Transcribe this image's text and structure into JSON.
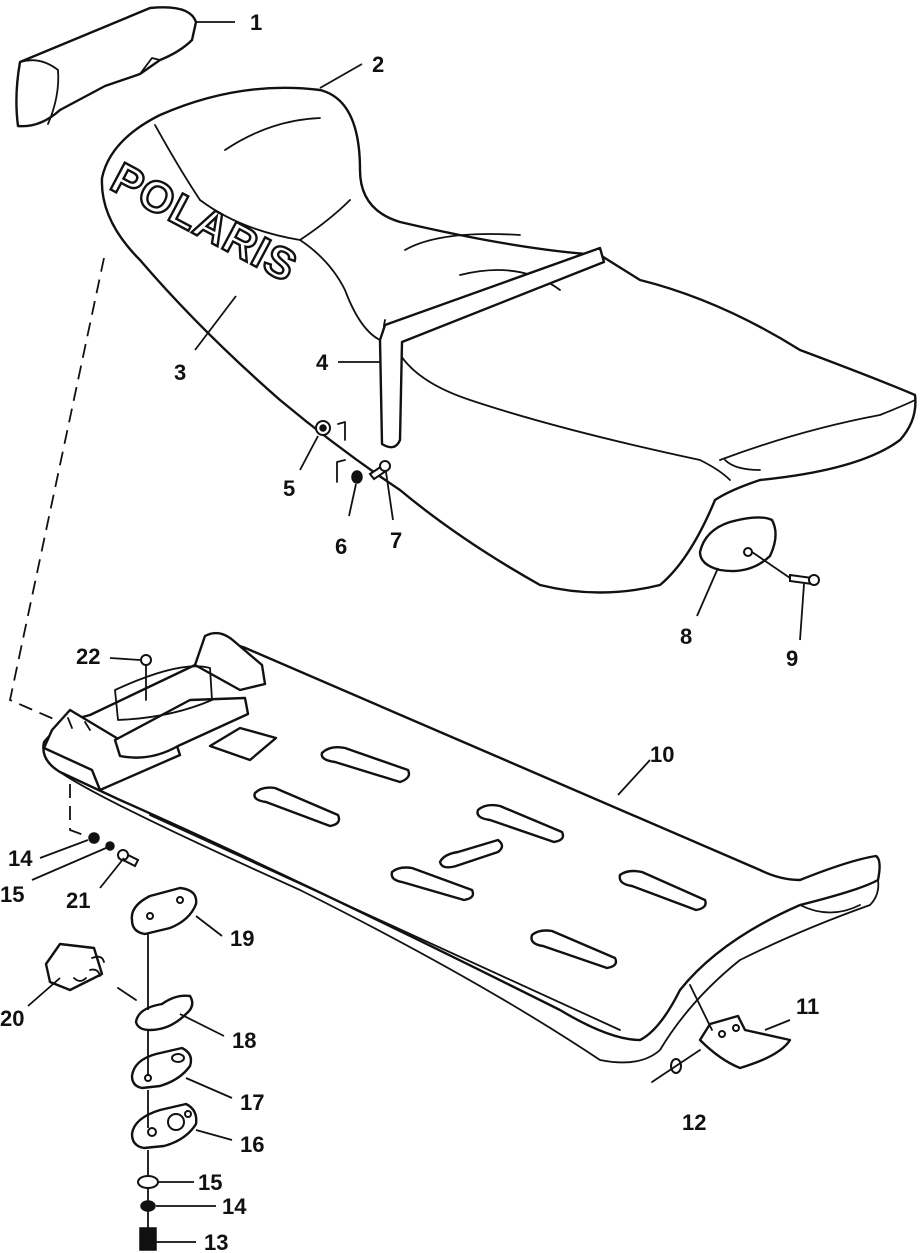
{
  "brand_text": "POLARIS",
  "callouts": [
    {
      "id": "1",
      "label": "1"
    },
    {
      "id": "2",
      "label": "2"
    },
    {
      "id": "3",
      "label": "3"
    },
    {
      "id": "4",
      "label": "4"
    },
    {
      "id": "5",
      "label": "5"
    },
    {
      "id": "6",
      "label": "6"
    },
    {
      "id": "7",
      "label": "7"
    },
    {
      "id": "8",
      "label": "8"
    },
    {
      "id": "9",
      "label": "9"
    },
    {
      "id": "10",
      "label": "10"
    },
    {
      "id": "11",
      "label": "11"
    },
    {
      "id": "12",
      "label": "12"
    },
    {
      "id": "13",
      "label": "13"
    },
    {
      "id": "14a",
      "label": "14"
    },
    {
      "id": "14b",
      "label": "14"
    },
    {
      "id": "15a",
      "label": "15"
    },
    {
      "id": "15b",
      "label": "15"
    },
    {
      "id": "16",
      "label": "16"
    },
    {
      "id": "17",
      "label": "17"
    },
    {
      "id": "18",
      "label": "18"
    },
    {
      "id": "19",
      "label": "19"
    },
    {
      "id": "20",
      "label": "20"
    },
    {
      "id": "21",
      "label": "21"
    },
    {
      "id": "22",
      "label": "22"
    }
  ]
}
